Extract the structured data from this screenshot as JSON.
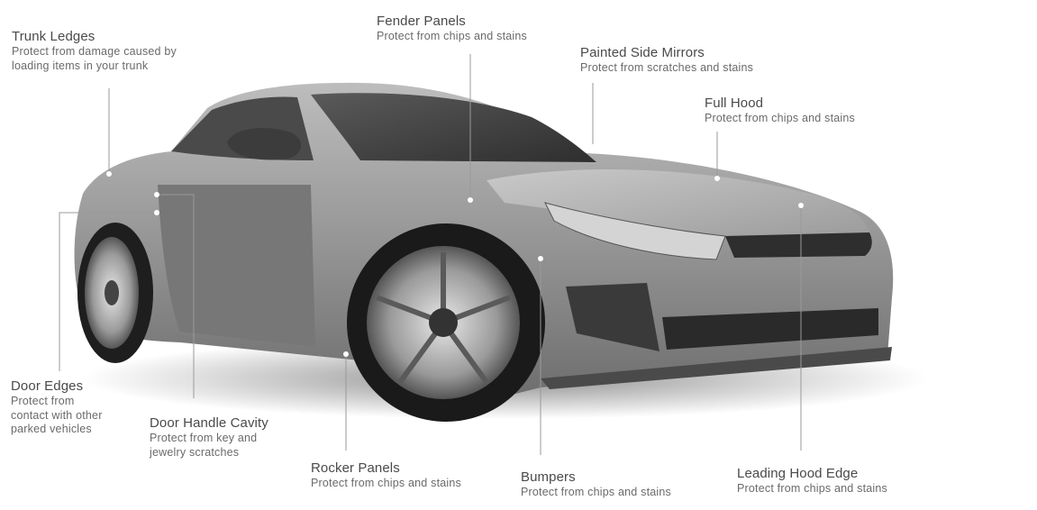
{
  "callouts": {
    "trunk_ledges": {
      "title": "Trunk Ledges",
      "desc": "Protect from damage caused by\nloading items in your trunk"
    },
    "fender_panels": {
      "title": "Fender Panels",
      "desc": "Protect from chips and stains"
    },
    "painted_side_mirrors": {
      "title": "Painted Side Mirrors",
      "desc": "Protect from scratches and stains"
    },
    "full_hood": {
      "title": "Full Hood",
      "desc": "Protect from chips and stains"
    },
    "door_edges": {
      "title": "Door Edges",
      "desc": "Protect from\ncontact with other\nparked vehicles"
    },
    "door_handle_cavity": {
      "title": "Door Handle Cavity",
      "desc": "Protect from key and\njewelry scratches"
    },
    "rocker_panels": {
      "title": "Rocker Panels",
      "desc": "Protect from chips and stains"
    },
    "bumpers": {
      "title": "Bumpers",
      "desc": "Protect from chips and stains"
    },
    "leading_hood_edge": {
      "title": "Leading Hood Edge",
      "desc": "Protect from chips and stains"
    }
  },
  "colors": {
    "body": "#8e8e8e",
    "text_title": "#4a4a4a",
    "text_desc": "#6a6a6a",
    "leader": "#9a9a9a"
  }
}
